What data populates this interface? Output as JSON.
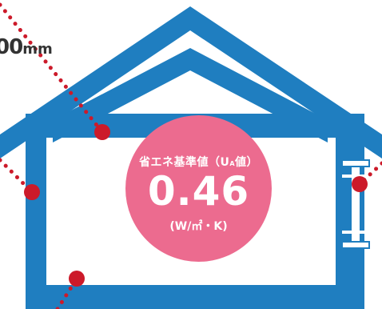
{
  "insulation_label": {
    "value": "00",
    "unit": "mm"
  },
  "badge": {
    "title_prefix": "省エネ基準値（U",
    "title_sub": "A",
    "title_suffix": "値）",
    "value": "0.46",
    "unit": "(W/㎡・K)"
  },
  "colors": {
    "house_blue": "#1f7ec0",
    "badge_pink": "#ec6b8f",
    "leader_red": "#cc1a2a",
    "label_text": "#333333"
  }
}
